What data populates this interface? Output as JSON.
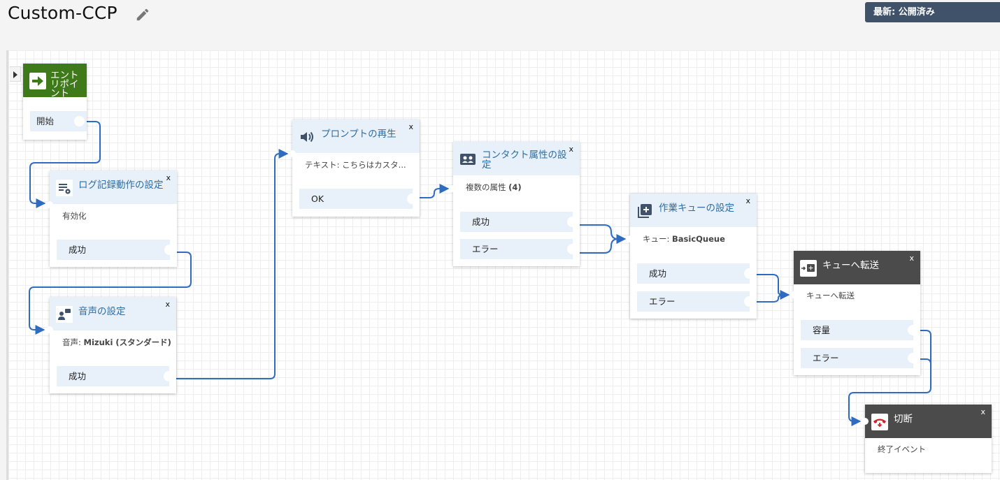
{
  "header": {
    "title": "Custom-CCP",
    "status": "最新: 公開済み"
  },
  "colors": {
    "accent": "#2e6da4",
    "connector": "#2f6cbf",
    "entry": "#3f7a1a",
    "terminal": "#4b4b4b",
    "badge": "#3f5269"
  },
  "blocks": {
    "entry": {
      "title": "エントリポイント",
      "branch": "開始",
      "icon": "entry-arrow-icon"
    },
    "logging": {
      "title": "ログ記録動作の設定",
      "desc": "有効化",
      "branches": [
        "成功"
      ],
      "icon": "logging-gear-icon"
    },
    "voice": {
      "title": "音声の設定",
      "desc_label": "音声:",
      "desc_value": "Mizuki (スタンダード)",
      "branches": [
        "成功"
      ],
      "icon": "voice-chat-icon"
    },
    "prompt": {
      "title": "プロンプトの再生",
      "desc": "テキスト: こちらはカスタ...",
      "branches": [
        "OK"
      ],
      "icon": "speaker-icon"
    },
    "contact_attributes": {
      "title": "コンタクト属性の設定",
      "desc_label": "複数の属性",
      "desc_value": "(4)",
      "branches": [
        "成功",
        "エラー"
      ],
      "icon": "contacts-icon"
    },
    "working_queue": {
      "title": "作業キューの設定",
      "desc_label": "キュー:",
      "desc_value": "BasicQueue",
      "branches": [
        "成功",
        "エラー"
      ],
      "icon": "queue-add-icon"
    },
    "transfer_queue": {
      "title": "キューへ転送",
      "desc": "キューへ転送",
      "branches": [
        "容量",
        "エラー"
      ],
      "icon": "transfer-queue-icon"
    },
    "disconnect": {
      "title": "切断",
      "desc": "終了イベント",
      "icon": "hangup-phone-icon"
    }
  },
  "close_label": "x"
}
